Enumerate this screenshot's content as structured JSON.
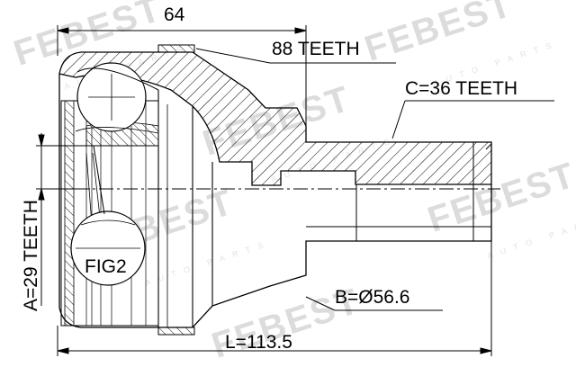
{
  "watermark": {
    "brand": "FEBEST",
    "tagline": "AUTO PARTS"
  },
  "dimensions": {
    "top_width": "64",
    "ring_teeth": "88 TEETH",
    "outer_spline": "C=36 TEETH",
    "inner_spline": "A=29 TEETH",
    "figure_ref": "FIG2",
    "diameter": "B=Ø56.6",
    "length": "L=113.5"
  },
  "colors": {
    "line": "#000000",
    "hatch": "#000000",
    "watermark": "#dcdcdc",
    "background": "#ffffff"
  }
}
